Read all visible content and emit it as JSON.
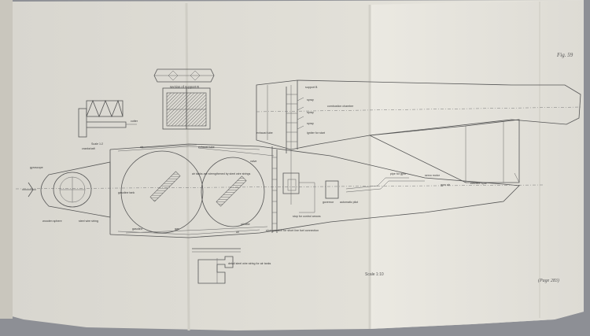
{
  "figure": {
    "fig_label": "Fig. 59",
    "page_note": "(Page 283)",
    "scale_main": "Scale 1:10",
    "scale_detail": "Scale 1:2"
  },
  "labels": {
    "section_support": "section of support B",
    "support_b": "support B",
    "spray_1": "spray",
    "spray_2": "spray",
    "spray_3": "spray",
    "combustion_chamber": "combustion chamber",
    "igniter_for_start": "igniter for start",
    "exhaust_tube": "exhaust tube",
    "cutter": "cutter",
    "crankshaft": "crankshaft",
    "air_tanks_note": "air tanks are strengthened by steel wire strings",
    "gasoline_tank": "gasoline tank",
    "valve": "valve",
    "governor": "governor",
    "pipe_for_gyro": "pipe for gyro",
    "automatic_pilot": "automatic pilot",
    "stop_for_control_arrows": "stop for control arrows",
    "gyroscope": "gyroscope",
    "wooden_sphere": "wooden sphere",
    "steel_wire_string": "steel wire string",
    "shut_gasoline": "shut gasoline for short line fuel connection",
    "detail_steel_wire": "detail steel wire string for air tanks",
    "gasoline_pipe": "gasoline",
    "oil_tube": "oil tube",
    "air_1": "air",
    "air_2": "air",
    "gas": "gas",
    "servo_motor": "servo motor",
    "elevator_spar": "elevator spar",
    "gyro_air": "gyro air"
  }
}
